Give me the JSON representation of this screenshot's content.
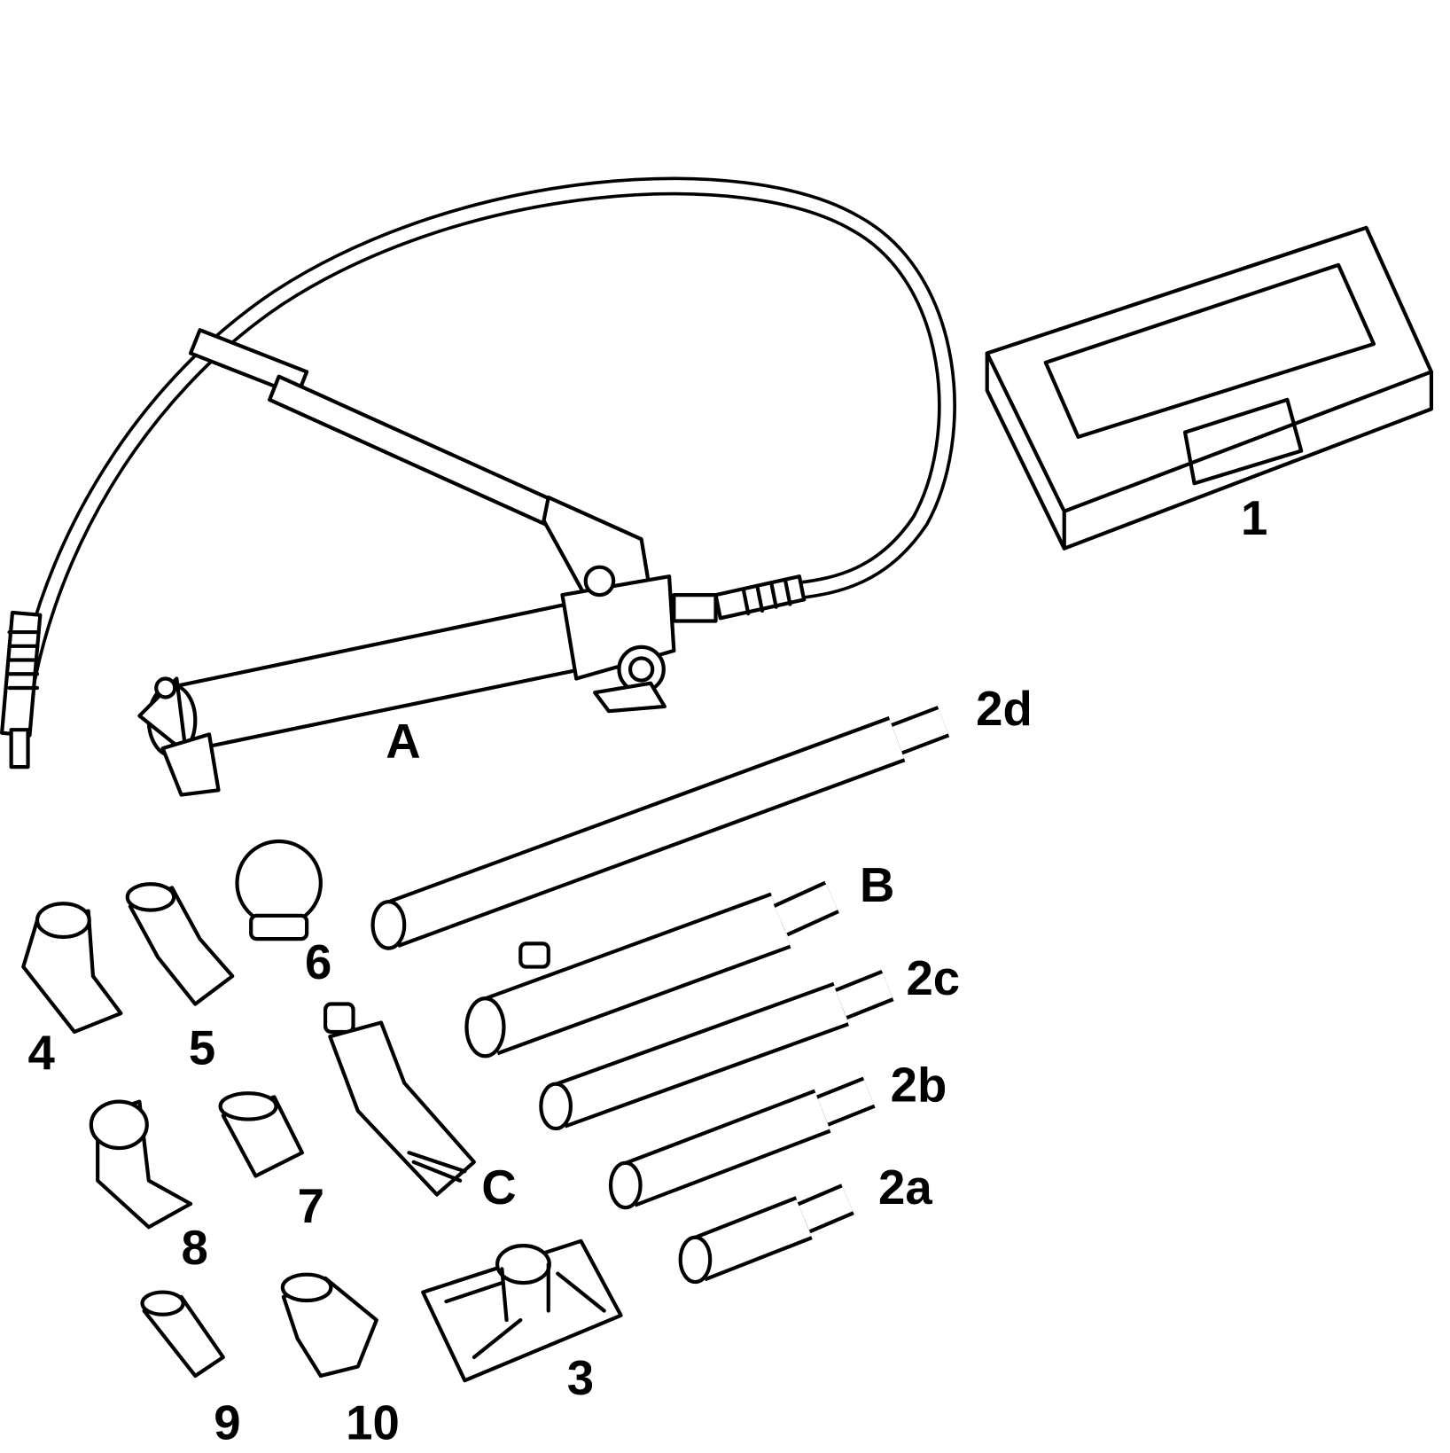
{
  "diagram": {
    "type": "exploded parts diagram",
    "stroke_color": "#000000",
    "background": "#ffffff",
    "labels": {
      "case": "1",
      "pump": "A",
      "tube_2d": "2d",
      "ram": "B",
      "tube_2c": "2c",
      "tube_2b": "2b",
      "tube_2a": "2a",
      "spreader": "C",
      "base_plate": "3",
      "part_4": "4",
      "part_5": "5",
      "part_6": "6",
      "part_7": "7",
      "part_8": "8",
      "part_9": "9",
      "part_10": "10"
    }
  }
}
